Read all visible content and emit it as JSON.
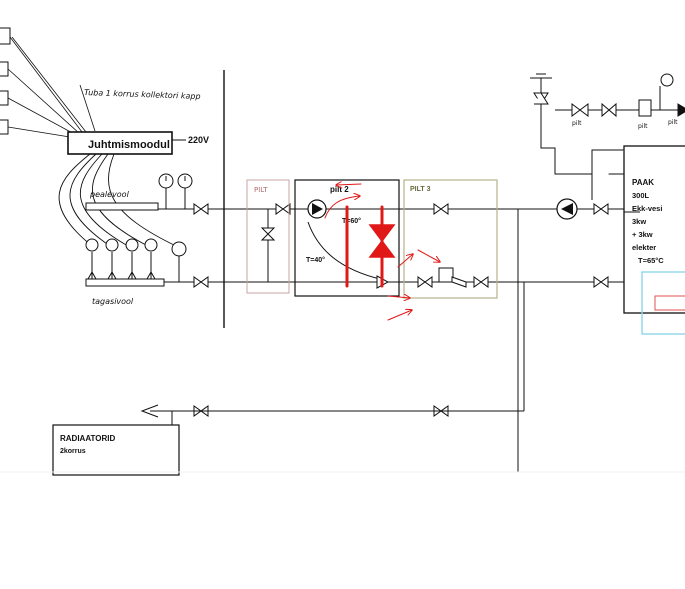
{
  "labels": {
    "cabinet": "Tuba 1 korrus kollektori kapp",
    "controller": "Juhtmismoodul",
    "voltage": "220V",
    "supply_line": "pealevool",
    "return_line": "tagasivool",
    "box_p1": "PILT",
    "box_p2": "pilt 2",
    "box_p3": "PILT 3",
    "temp_left": "T=40°",
    "temp_mid": "T=60°",
    "boiler_title": "PAAK",
    "boiler_lines": [
      "300L",
      "Ekk-vesi",
      "3kw",
      "+ 3kw",
      "elekter",
      "T=65°C"
    ],
    "radiator_title": "RADIAATORID",
    "radiator_sub": "2korrus",
    "valve_tags": [
      "pilt",
      "pilt",
      "pilt"
    ]
  },
  "colors": {
    "line": "#111111",
    "annotation": "#e01818",
    "box_p1": "#c9a3a3",
    "box_p3": "#b6b48a",
    "boiler_inner": "#8fd6e8"
  }
}
